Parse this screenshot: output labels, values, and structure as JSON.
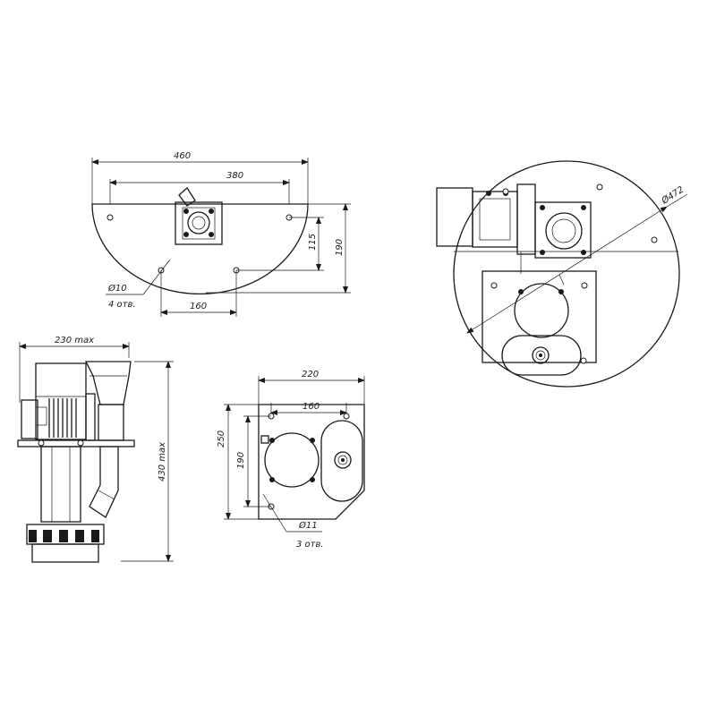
{
  "top_view": {
    "dim_width_total": "460",
    "dim_width_holes": "380",
    "dim_height_holes": "115",
    "dim_height_total": "190",
    "dim_hole_spacing": "160",
    "hole_diameter": "Ø10",
    "hole_count": "4 отв."
  },
  "side_view": {
    "dim_width_max": "230 max",
    "dim_height_max": "430 max"
  },
  "flange_view": {
    "dim_width": "220",
    "dim_hole_spacing": "160",
    "dim_height_total": "250",
    "dim_height_holes": "190",
    "hole_diameter": "Ø11",
    "hole_count": "3 отв."
  },
  "round_view": {
    "dim_diameter": "Ø472"
  }
}
